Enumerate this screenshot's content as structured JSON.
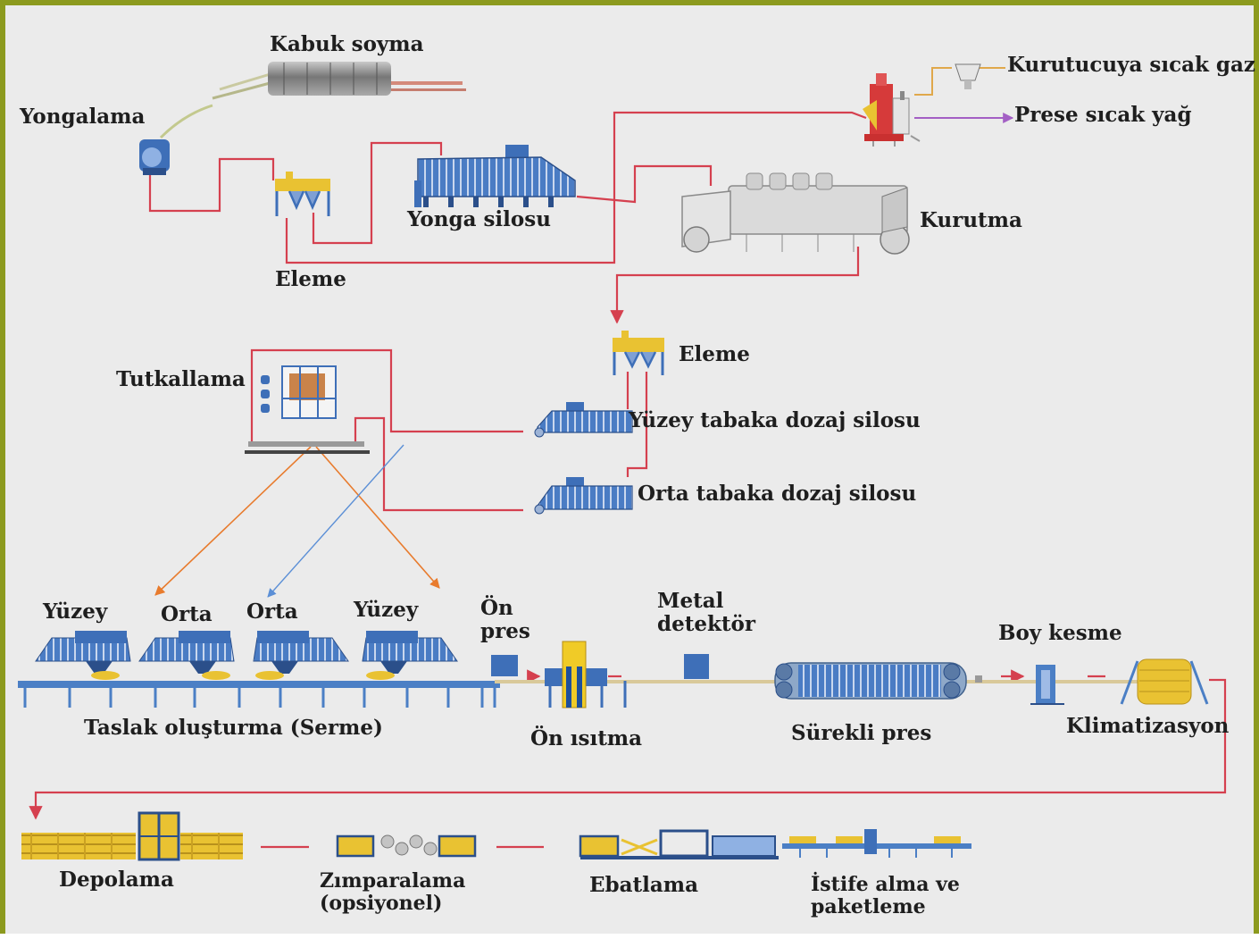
{
  "labels": {
    "kabuk_soyma": "Kabuk soyma",
    "yongalama": "Yongalama",
    "eleme_1": "Eleme",
    "yonga_silosu": "Yonga silosu",
    "kurutucuya_sicak_gaz": "Kurutucuya sıcak gaz",
    "prese_sicak_yag": "Prese sıcak yağ",
    "kurutma": "Kurutma",
    "eleme_2": "Eleme",
    "tutkallama": "Tutkallama",
    "yuzey_tabaka_dozaj_silosu": "Yüzey tabaka dozaj silosu",
    "orta_tabaka_dozaj_silosu": "Orta tabaka dozaj silosu",
    "forming_yuzey_1": "Yüzey",
    "forming_orta_1": "Orta",
    "forming_orta_2": "Orta",
    "forming_yuzey_2": "Yüzey",
    "on_pres": "Ön pres",
    "metal_detektor": "Metal detektör",
    "boy_kesme": "Boy kesme",
    "taslak_olusturma": "Taslak oluşturma (Serme)",
    "on_isitma": "Ön ısıtma",
    "surekli_pres": "Sürekli pres",
    "klimatizasyon": "Klimatizasyon",
    "depolama": "Depolama",
    "zimparalama": "Zımparalama (opsiyonel)",
    "ebatlama": "Ebatlama",
    "istife_alma": "İstife alma ve paketleme"
  },
  "colors": {
    "frame": "#8c9a1e",
    "background": "#ebebeb",
    "flow_line": "#d5404f",
    "oil_line": "#a35fc4",
    "gas_line": "#e0a84b",
    "orange_arrow": "#e87b2d",
    "blue_arrow": "#5b8fd6",
    "machine_blue": "#3e6fb8",
    "panel_yellow": "#e9c232"
  }
}
